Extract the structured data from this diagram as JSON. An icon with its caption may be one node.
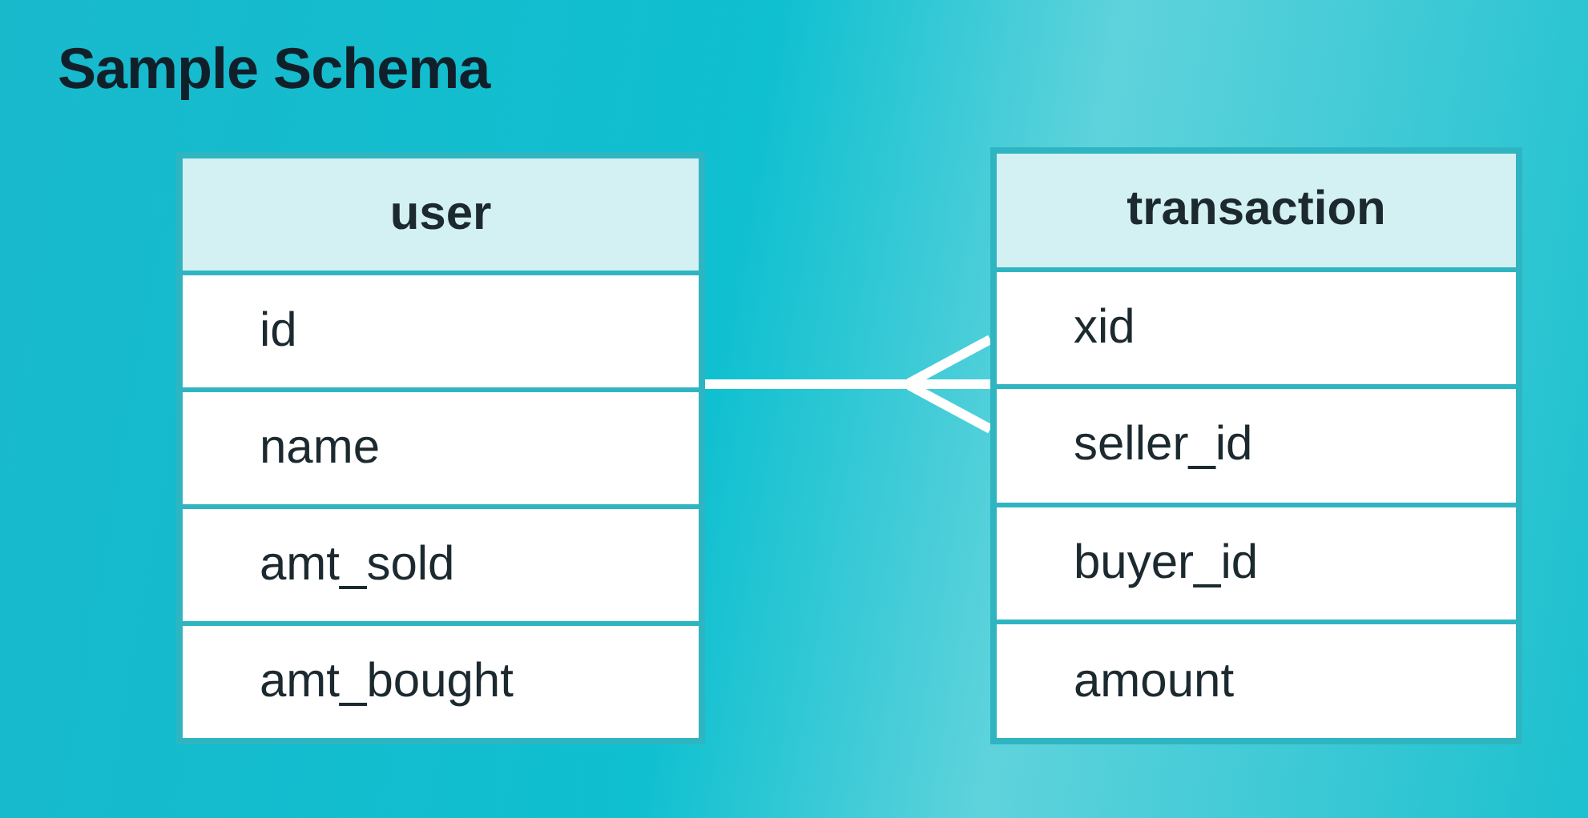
{
  "diagram": {
    "title": "Sample Schema",
    "nodes": [
      {
        "text": [
          "user",
          "id",
          "name",
          "amt_sold",
          "amt_bought"
        ]
      },
      {
        "text": [
          "transaction",
          "xid",
          "seller_id",
          "buyer_id",
          "amount"
        ]
      }
    ],
    "edges": [
      {
        "from": 0,
        "to": 1,
        "arrow": "other"
      }
    ]
  }
}
